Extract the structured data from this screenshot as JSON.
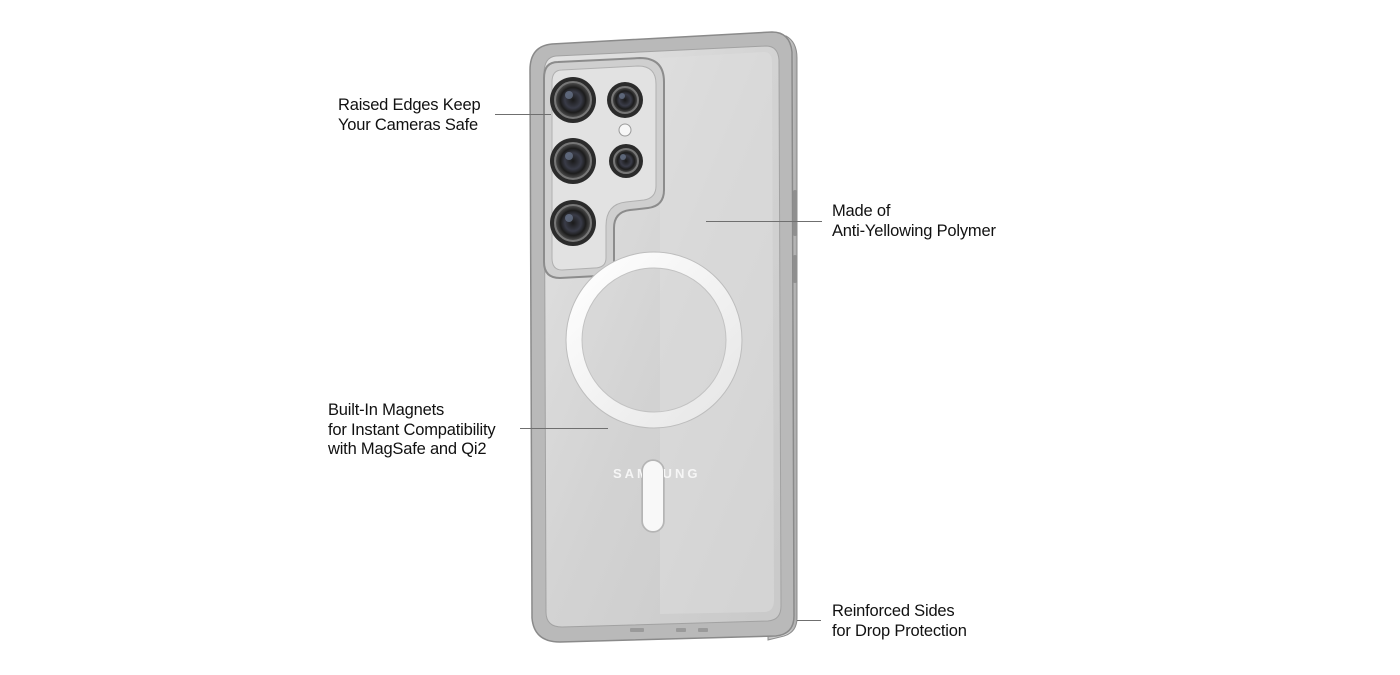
{
  "product": {
    "brand_mark": "SAMSUNG"
  },
  "callouts": {
    "camera": {
      "line1": "Raised Edges Keep",
      "line2": "Your Cameras Safe"
    },
    "material": {
      "line1": "Made of",
      "line2": "Anti-Yellowing Polymer"
    },
    "magnets": {
      "line1": "Built-In Magnets",
      "line2": "for Instant Compatibility",
      "line3": "with MagSafe and Qi2"
    },
    "sides": {
      "line1": "Reinforced Sides",
      "line2": "for Drop Protection"
    }
  },
  "colors": {
    "text": "#111111",
    "leader": "#6f6f6f",
    "case_frame": "#9a9a9a",
    "case_back": "#d7d7d7",
    "magnet_ring": "#f4f4f4"
  }
}
